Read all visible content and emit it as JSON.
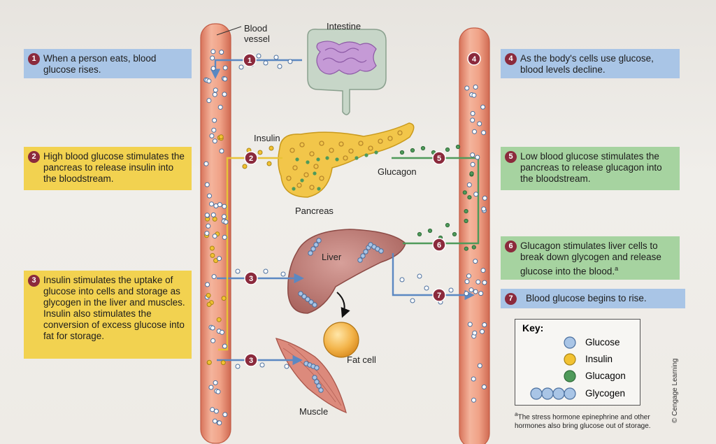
{
  "labels": {
    "blood_vessel": [
      "Blood",
      "vessel"
    ],
    "intestine": "Intestine",
    "insulin": "Insulin",
    "glucagon": "Glucagon",
    "pancreas": "Pancreas",
    "liver": "Liver",
    "fat_cell": "Fat cell",
    "muscle": "Muscle"
  },
  "steps": [
    {
      "num": "1",
      "text": "When a person eats, blood glucose rises.",
      "color": "blue"
    },
    {
      "num": "2",
      "text": "High blood glucose stimulates the pancreas to release insulin into the bloodstream.",
      "color": "yellow"
    },
    {
      "num": "3",
      "text": "Insulin stimulates the uptake of glucose into cells and storage as glycogen in the liver and muscles. Insulin also stimulates the conversion of excess glucose into fat for storage.",
      "color": "yellow"
    },
    {
      "num": "4",
      "text": "As the body's cells use glucose, blood levels decline.",
      "color": "blue"
    },
    {
      "num": "5",
      "text": "Low blood glucose stimulates the pancreas to release glucagon into the bloodstream.",
      "color": "green"
    },
    {
      "num": "6",
      "text": "Glucagon stimulates liver cells to break down glycogen and release glucose into the blood.",
      "sup": "a",
      "color": "green"
    },
    {
      "num": "7",
      "text": "Blood glucose begins to rise.",
      "color": "blue"
    }
  ],
  "key": {
    "title": "Key:",
    "items": [
      {
        "label": "Glucose",
        "color": "#a9c5e6"
      },
      {
        "label": "Insulin",
        "color": "#f2c232"
      },
      {
        "label": "Glucagon",
        "color": "#4f9a5a"
      },
      {
        "label": "Glycogen",
        "color": "#a9c5e6"
      }
    ]
  },
  "footnote": {
    "sup": "a",
    "text": "The stress hormone epinephrine and other hormones also bring glucose out of storage."
  },
  "credit": "© Cengage Learning",
  "colors": {
    "vessel": "#e38a6c",
    "blue_arrow": "#5b88c2",
    "yellow_line": "#e8c238",
    "green_line": "#4f9a5a",
    "badge": "#8b2a3c"
  }
}
